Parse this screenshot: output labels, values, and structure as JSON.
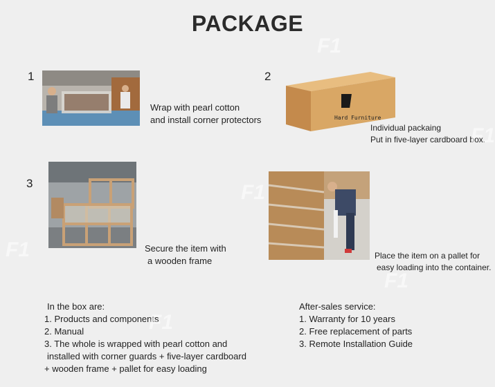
{
  "title": "PACKAGE",
  "steps": [
    {
      "num": "1",
      "lines": [
        "Wrap with pearl cotton",
        "and install corner protectors"
      ]
    },
    {
      "num": "2",
      "lines": [
        "Individual packaing",
        "Put in five-layer cardboard box."
      ],
      "box_brand": "Hard Furniture"
    },
    {
      "num": "3",
      "lines": [
        "Secure the item with",
        "a wooden frame"
      ]
    },
    {
      "num": "",
      "lines": [
        "Place the item on a pallet for",
        "easy loading into the container."
      ]
    }
  ],
  "in_box": {
    "heading": "In the box are:",
    "items": [
      "1. Products and components",
      "2. Manual",
      "3. The whole is wrapped with pearl cotton and",
      "installed with corner guards + five-layer cardboard",
      "+ wooden frame + pallet for easy loading"
    ]
  },
  "after_sales": {
    "heading": "After-sales service:",
    "items": [
      "1. Warranty for 10 years",
      "2. Free replacement of parts",
      "3. Remote Installation Guide"
    ]
  },
  "colors": {
    "background": "#efefef",
    "cardboard": "#d9a765",
    "wood": "#c9a176"
  }
}
